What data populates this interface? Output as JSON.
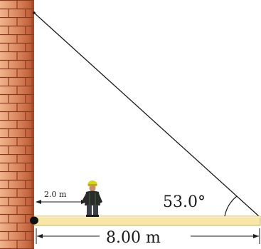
{
  "labels": {
    "person_distance": "2.0 m",
    "angle": "53.0°",
    "beam_length": "8.00 m"
  },
  "colors": {
    "brick_light": "#e8a27a",
    "brick_dark": "#b5532d",
    "mortar": "#8a3a1c",
    "beam": "#f7e6a6",
    "beam_edge": "#c9b36a",
    "line": "#1a1a1a",
    "hinge": "#111111",
    "helmet": "#d9d41a"
  },
  "icons": {
    "person": "worker-with-hard-hat-icon",
    "hinge": "hinge-pin-icon"
  }
}
